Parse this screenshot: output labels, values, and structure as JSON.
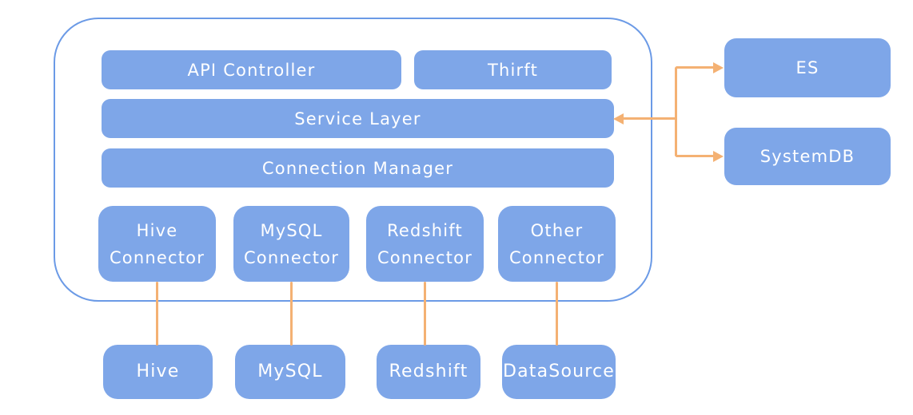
{
  "colors": {
    "node_fill": "#7ea6e8",
    "node_text": "#ffffff",
    "container_border": "#6b9ae6",
    "arrow_line": "#f4b173",
    "background": "#ffffff"
  },
  "diagram": {
    "container": {
      "top_row": [
        {
          "label": "API Controller"
        },
        {
          "label": "Thirft"
        }
      ],
      "layers": [
        {
          "label": "Service Layer"
        },
        {
          "label": "Connection Manager"
        }
      ],
      "connectors": [
        {
          "label": "Hive Connector"
        },
        {
          "label": "MySQL Connector"
        },
        {
          "label": "Redshift Connector"
        },
        {
          "label": "Other Connector"
        }
      ]
    },
    "external_nodes": [
      {
        "label": "ES"
      },
      {
        "label": "SystemDB"
      }
    ],
    "datasource_nodes": [
      {
        "label": "Hive"
      },
      {
        "label": "MySQL"
      },
      {
        "label": "Redshift"
      },
      {
        "label": "DataSource"
      }
    ]
  }
}
